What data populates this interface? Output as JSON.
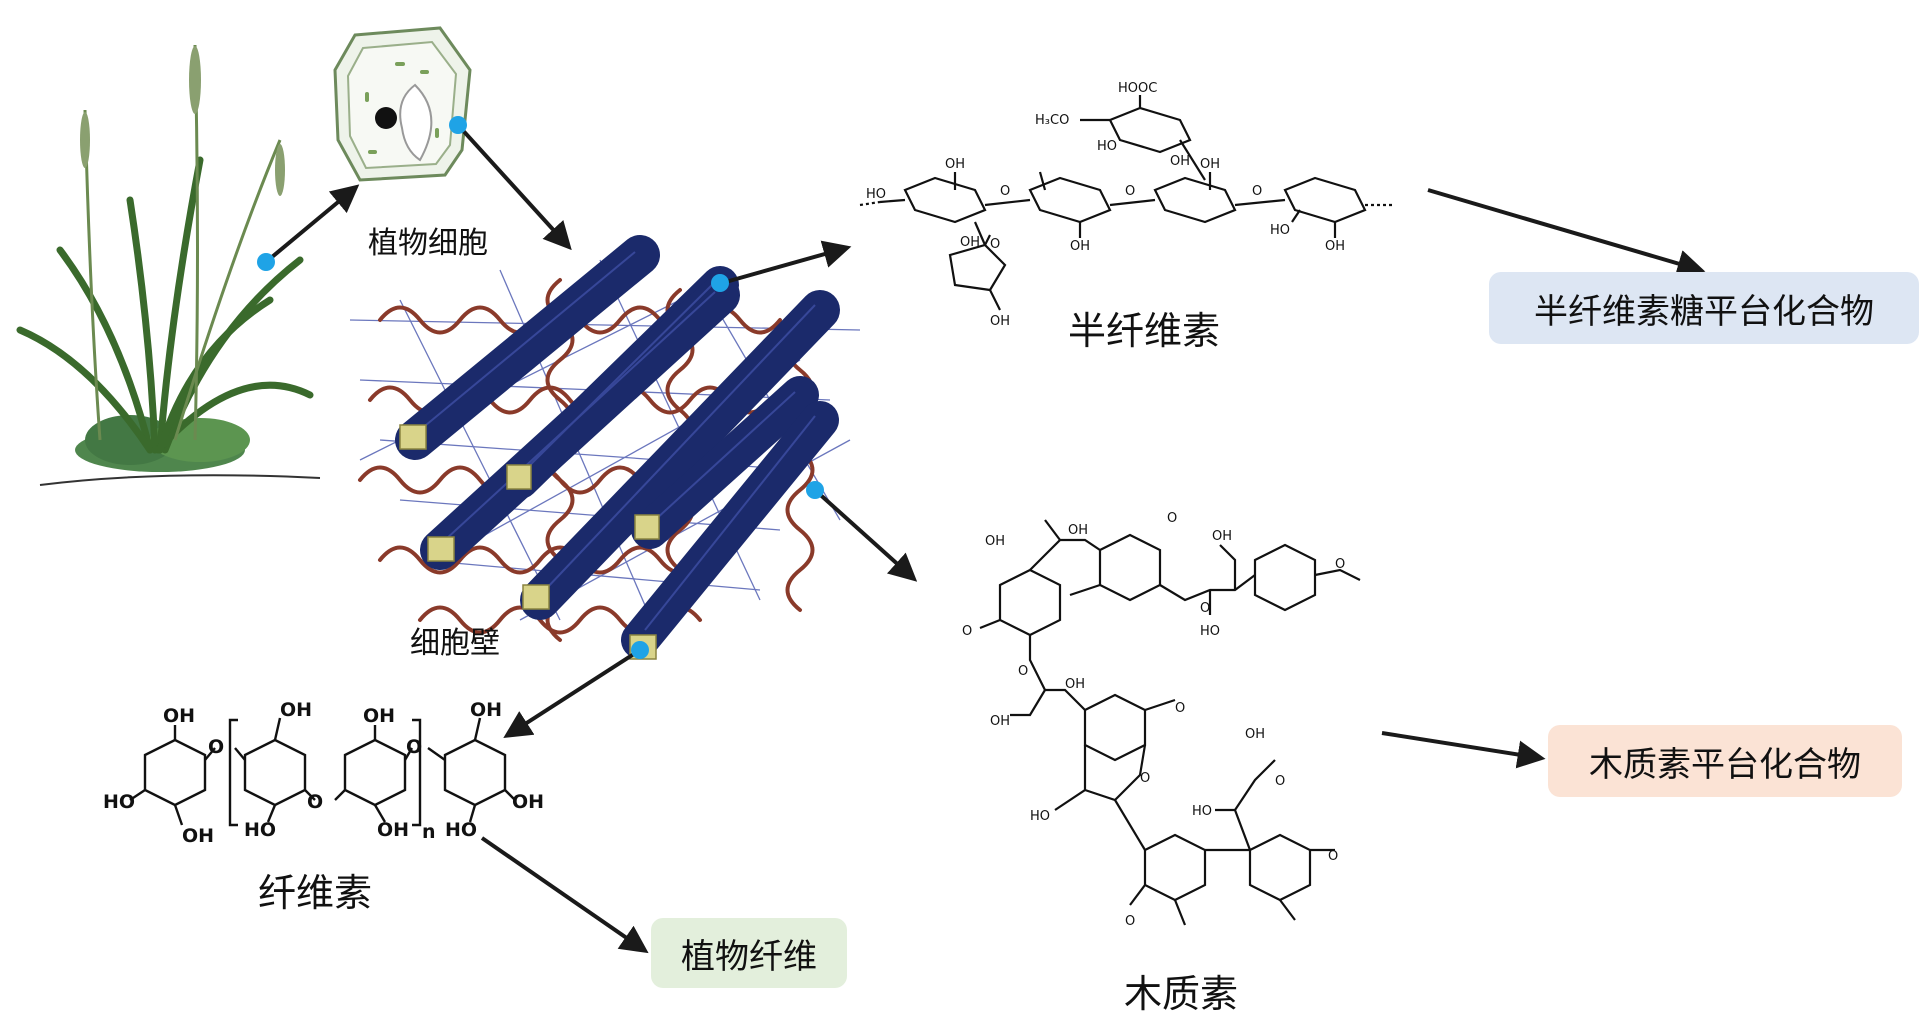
{
  "labels": {
    "plant_cell": "植物细胞",
    "cell_wall": "细胞壁",
    "hemicellulose": "半纤维素",
    "cellulose": "纤维素",
    "lignin": "木质素"
  },
  "products": {
    "hemicellulose_platform": "半纤维素糖平台化合物",
    "lignin_platform": "木质素平台化合物",
    "plant_fiber": "植物纤维"
  },
  "chem": {
    "hooc": "HOOC",
    "h3co": "H₃CO",
    "ho": "HO",
    "oh": "OH",
    "o": "O",
    "n": "n"
  },
  "colors": {
    "hemi_tag_bg": "#dde6f3",
    "lignin_tag_bg": "#fbe3d5",
    "fiber_tag_bg": "#e3efdc",
    "marker_dot": "#1fa3e6",
    "arrow": "#1a1a1a",
    "microfibril": "#1b2a6b",
    "hemi_strand": "#8a3a2a",
    "plant_green": "#3d6b2f"
  },
  "icons": {
    "plant": "grass-plant-icon",
    "cell": "plant-cell-icon",
    "wall": "cell-wall-icon"
  }
}
